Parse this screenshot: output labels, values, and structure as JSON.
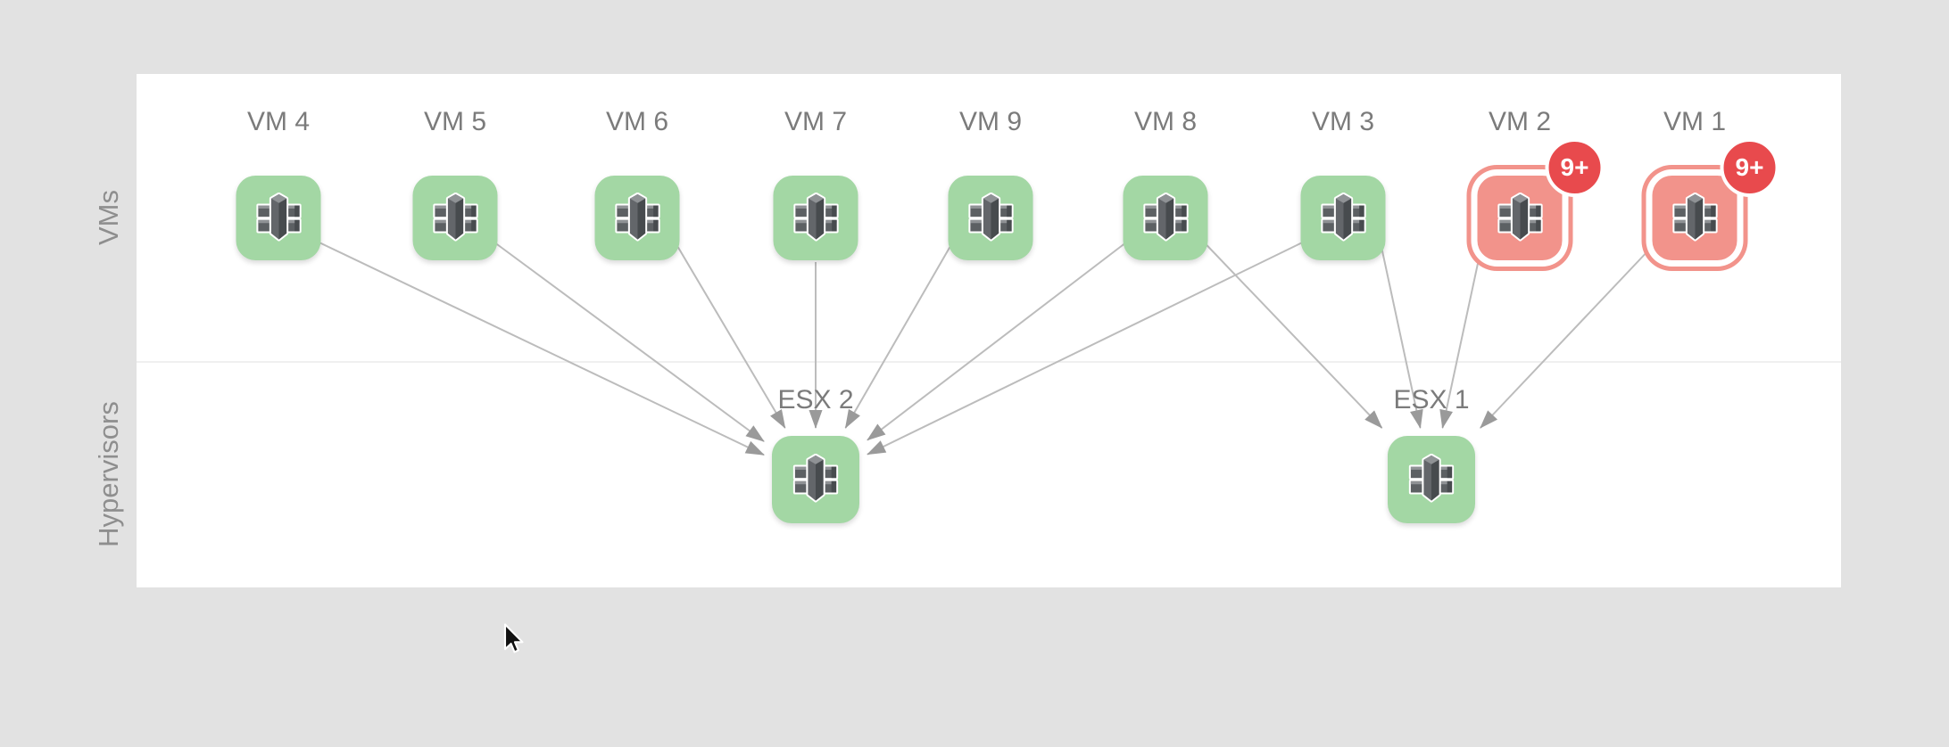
{
  "view": {
    "name": "relationship-map",
    "rows": [
      {
        "id": "vms",
        "label": "VMs"
      },
      {
        "id": "hypervisors",
        "label": "Hypervisors"
      }
    ]
  },
  "nodes": [
    {
      "id": "vm4",
      "row": "vms",
      "label": "VM 4",
      "status": "normal"
    },
    {
      "id": "vm5",
      "row": "vms",
      "label": "VM 5",
      "status": "normal"
    },
    {
      "id": "vm6",
      "row": "vms",
      "label": "VM 6",
      "status": "normal"
    },
    {
      "id": "vm7",
      "row": "vms",
      "label": "VM 7",
      "status": "normal"
    },
    {
      "id": "vm9",
      "row": "vms",
      "label": "VM 9",
      "status": "normal"
    },
    {
      "id": "vm8",
      "row": "vms",
      "label": "VM 8",
      "status": "normal"
    },
    {
      "id": "vm3",
      "row": "vms",
      "label": "VM 3",
      "status": "normal"
    },
    {
      "id": "vm2",
      "row": "vms",
      "label": "VM 2",
      "status": "critical",
      "badge": "9+"
    },
    {
      "id": "vm1",
      "row": "vms",
      "label": "VM 1",
      "status": "critical",
      "badge": "9+"
    },
    {
      "id": "esx2",
      "row": "hypervisors",
      "label": "ESX 2",
      "status": "normal"
    },
    {
      "id": "esx1",
      "row": "hypervisors",
      "label": "ESX 1",
      "status": "normal"
    }
  ],
  "edges": [
    {
      "from": "vm4",
      "to": "esx2"
    },
    {
      "from": "vm5",
      "to": "esx2"
    },
    {
      "from": "vm6",
      "to": "esx2"
    },
    {
      "from": "vm7",
      "to": "esx2"
    },
    {
      "from": "vm9",
      "to": "esx2"
    },
    {
      "from": "vm8",
      "to": "esx2"
    },
    {
      "from": "vm8",
      "to": "esx1"
    },
    {
      "from": "vm3",
      "to": "esx2"
    },
    {
      "from": "vm3",
      "to": "esx1"
    },
    {
      "from": "vm2",
      "to": "esx1"
    },
    {
      "from": "vm1",
      "to": "esx1"
    }
  ],
  "colors": {
    "background": "#e2e2e2",
    "panel": "#ffffff",
    "normal": "#a3d7a4",
    "critical": "#f2938b",
    "badge": "#e84a4d",
    "edge_line": "#bcbcbc",
    "edge_arrow": "#9a9a9a",
    "node_label": "#7b7b7b",
    "row_label": "#8e8e8e",
    "divider": "#f0f0f0"
  },
  "icons": {
    "node_glyph": "vm-object-icon",
    "cursor": "mouse-arrow-cursor"
  }
}
